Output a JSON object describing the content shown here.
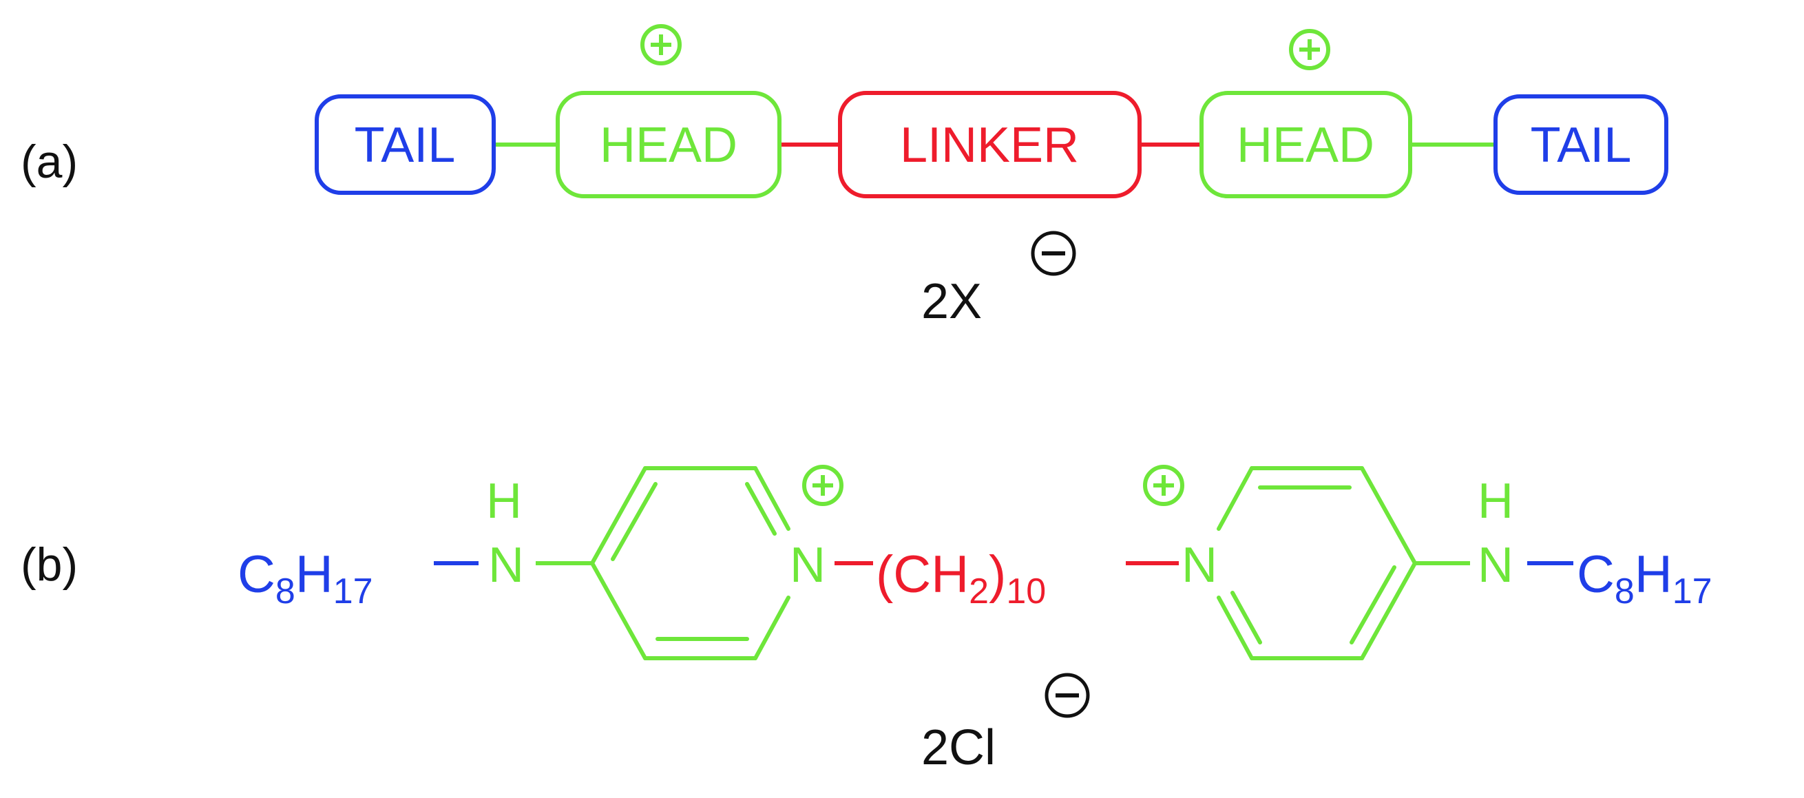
{
  "colors": {
    "tail": "#1f3ee8",
    "head": "#6ee63a",
    "linker": "#ee1c2c",
    "text": "#111111"
  },
  "panel_a": {
    "label": "(a)",
    "boxes": [
      "TAIL",
      "HEAD",
      "LINKER",
      "HEAD",
      "TAIL"
    ],
    "charge": "+",
    "counterion": "2X",
    "counterion_charge": "−"
  },
  "panel_b": {
    "label": "(b)",
    "tail_left": {
      "c": "C",
      "c_sub": "8",
      "h": "H",
      "h_sub": "17"
    },
    "nh_n": "N",
    "nh_h": "H",
    "ring_n": "N",
    "charge": "+",
    "linker": {
      "open": "(CH",
      "sub1": "2",
      "close": ")",
      "sub2": "10"
    },
    "tail_right": {
      "c": "C",
      "c_sub": "8",
      "h": "H",
      "h_sub": "17"
    },
    "counterion": "2Cl",
    "counterion_charge": "−"
  }
}
